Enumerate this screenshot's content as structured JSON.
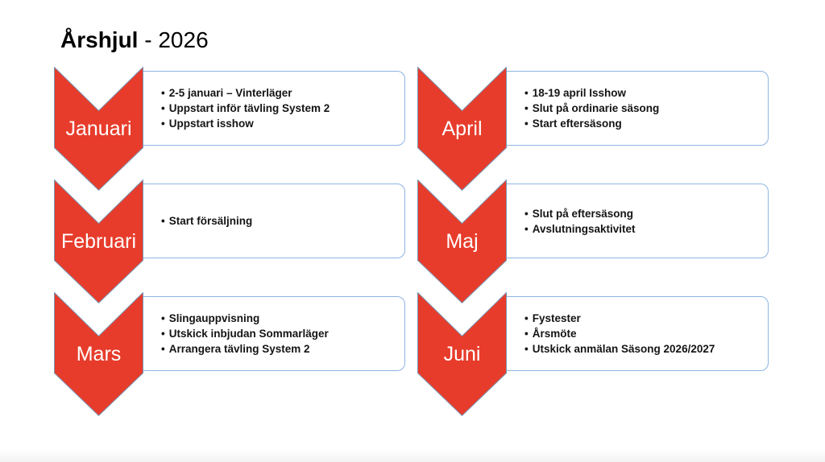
{
  "title": {
    "main": "Årshjul",
    "suffix": " - 2026"
  },
  "colors": {
    "chevron_fill": "#E73C2B",
    "chevron_stroke": "#7A96B5",
    "box_border": "#8EB4E3",
    "month_label_text": "#FFFFFF",
    "bullet_text": "#141414"
  },
  "layout_order": [
    "Januari",
    "Februari",
    "Mars",
    "April",
    "Maj",
    "Juni"
  ],
  "months": [
    {
      "label": "Januari",
      "col": 0,
      "row": 0,
      "items": [
        "2-5 januari – Vinterläger",
        "Uppstart inför tävling System 2",
        "Uppstart isshow"
      ]
    },
    {
      "label": "Februari",
      "col": 0,
      "row": 1,
      "items": [
        "Start försäljning"
      ]
    },
    {
      "label": "Mars",
      "col": 0,
      "row": 2,
      "items": [
        "Slingauppvisning",
        "Utskick inbjudan Sommarläger",
        "Arrangera tävling System 2"
      ]
    },
    {
      "label": "April",
      "col": 1,
      "row": 0,
      "items": [
        "18-19 april Isshow",
        "Slut på ordinarie säsong",
        "Start eftersäsong"
      ]
    },
    {
      "label": "Maj",
      "col": 1,
      "row": 1,
      "items": [
        "Slut på eftersäsong",
        "Avslutningsaktivitet"
      ]
    },
    {
      "label": "Juni",
      "col": 1,
      "row": 2,
      "items": [
        "Fystester",
        "Årsmöte",
        "Utskick anmälan Säsong 2026/2027"
      ]
    }
  ]
}
